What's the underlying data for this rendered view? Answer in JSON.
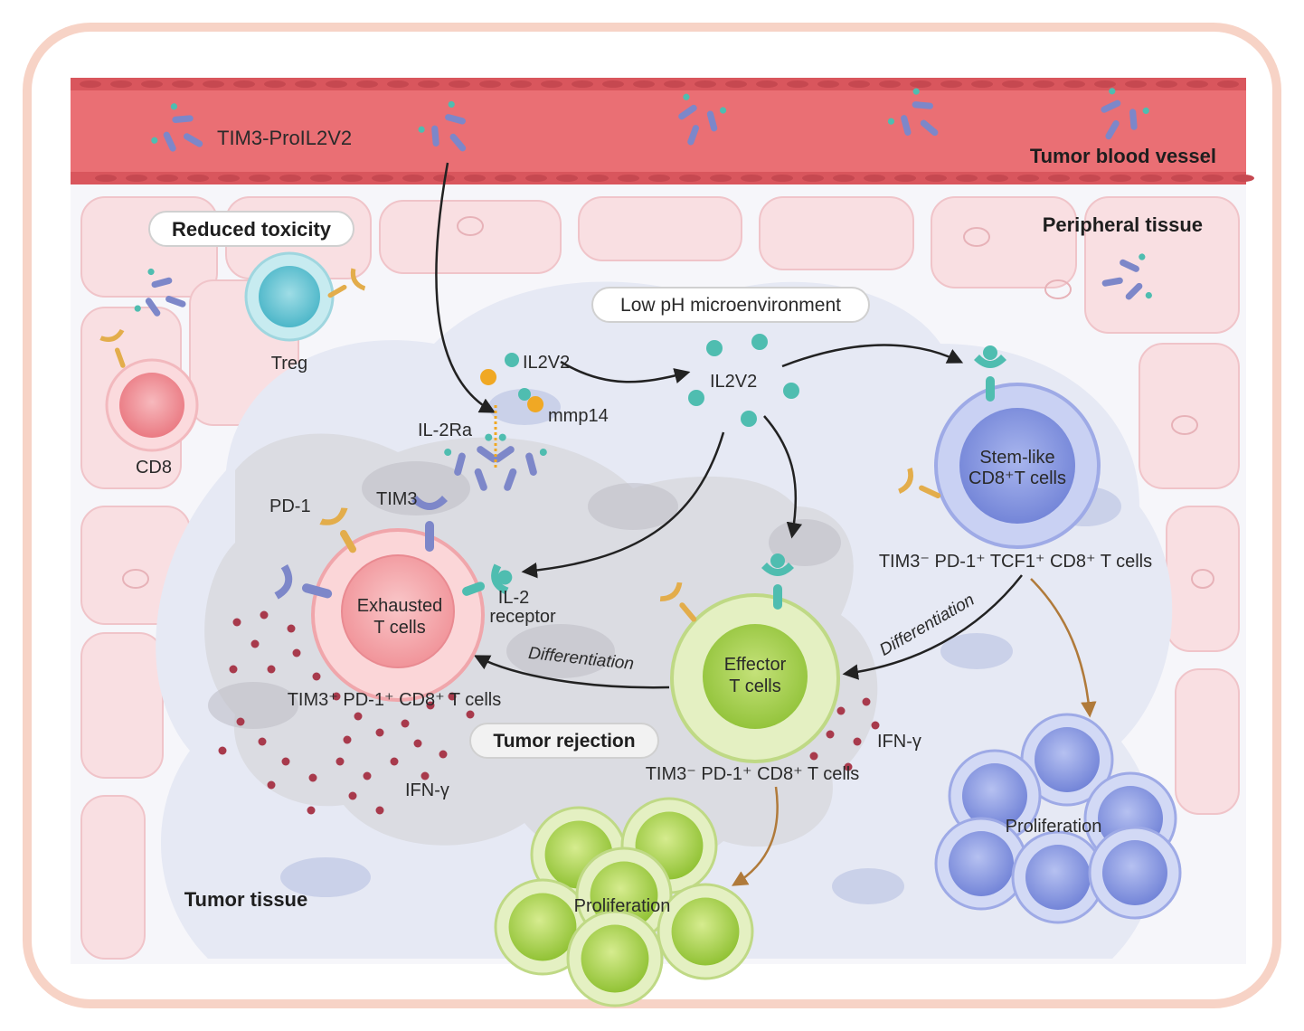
{
  "diagram": {
    "labels": {
      "drug": "TIM3-ProIL2V2",
      "vessel": "Tumor blood vessel",
      "peripheral": "Peripheral tissue",
      "reduced_toxicity": "Reduced toxicity",
      "treg": "Treg",
      "cd8": "CD8",
      "low_ph": "Low pH microenvironment",
      "il2v2_a": "IL2V2",
      "il2v2_b": "IL2V2",
      "mmp14": "mmp14",
      "il2ra": "IL-2Ra",
      "tim3": "TIM3",
      "pd1": "PD-1",
      "exhausted_l1": "Exhausted",
      "exhausted_l2": "T cells",
      "il2_receptor_l1": "IL-2",
      "il2_receptor_l2": "receptor",
      "exhausted_phenotype": "TIM3⁺ PD-1⁺ CD8⁺ T cells",
      "differentiation_left": "Differentiation",
      "differentiation_right": "Differentiation",
      "effector_l1": "Effector",
      "effector_l2": "T cells",
      "effector_phenotype": "TIM3⁻ PD-1⁺ CD8⁺ T cells",
      "stem_l1": "Stem-like",
      "stem_l2": "CD8⁺T cells",
      "stem_phenotype": "TIM3⁻ PD-1⁺ TCF1⁺ CD8⁺ T cells",
      "tumor_rejection": "Tumor rejection",
      "ifng_left": "IFN-γ",
      "ifng_right": "IFN-γ",
      "proliferation_green": "Proliferation",
      "proliferation_blue": "Proliferation",
      "tumor_tissue": "Tumor tissue"
    },
    "colors": {
      "frame": "#f7d3c6",
      "vessel": "#ea6f74",
      "vessel_dark": "#d9565d",
      "peripheral_cell": "#f9dfe2",
      "tumor_bg": "#e8ebf5",
      "exhausted": "#f4a6aa",
      "effector": "#a6cf4c",
      "stem": "#8799e0",
      "treg": "#63c3d3",
      "antibody": "#7d87c9",
      "il2": "#4fbdb0",
      "mmp14": "#f0a824",
      "ifng_dot": "#a83a4c",
      "arrow": "#222222",
      "prolif_arrow": "#b07a3a"
    }
  }
}
